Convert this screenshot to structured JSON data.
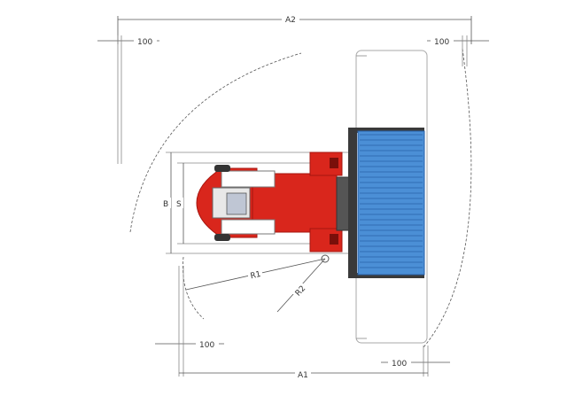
{
  "diagram": {
    "labels": {
      "a2": "A2",
      "a1": "A1",
      "b": "B",
      "s": "S",
      "r1": "R1",
      "r2": "R2",
      "clearance_top_left": "100",
      "clearance_top_right": "100",
      "clearance_bottom_left": "100",
      "clearance_bottom_right": "100"
    },
    "colors": {
      "truck_body": "#d9261c",
      "truck_dark": "#a5150f",
      "load": "#4b8fd6",
      "load_dark": "#2a62a8",
      "fork_frame": "#3a3a3a",
      "line": "#555555"
    }
  }
}
